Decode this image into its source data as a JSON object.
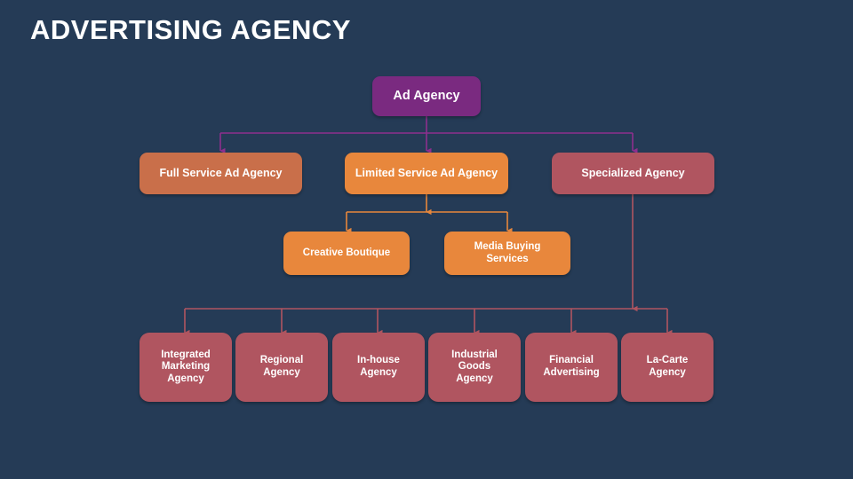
{
  "title": "ADVERTISING AGENCY",
  "colors": {
    "background": "#253b56",
    "root": "#7a2a80",
    "full_service": "#c96f4a",
    "limited_service": "#e8873c",
    "specialized": "#b05560",
    "orange_child": "#e8873c",
    "rose_child": "#b05560",
    "text": "#ffffff",
    "connector_purple": "#8e2f8e",
    "connector_orange": "#e8873c",
    "connector_rose": "#b05560"
  },
  "chart_data": {
    "type": "diagram",
    "title": "ADVERTISING AGENCY",
    "subtype": "organizational-hierarchy",
    "levels": 4,
    "node_count": 12
  },
  "nodes": {
    "root": {
      "label": "Ad Agency"
    },
    "level2": [
      {
        "label": "Full Service Ad Agency"
      },
      {
        "label": "Limited Service Ad Agency"
      },
      {
        "label": "Specialized Agency"
      }
    ],
    "level3": [
      {
        "line1": "Creative Boutique",
        "line2": ""
      },
      {
        "line1": "Media Buying",
        "line2": "Services"
      }
    ],
    "level4": [
      {
        "line1": "Integrated",
        "line2": "Marketing",
        "line3": "Agency"
      },
      {
        "line1": "Regional",
        "line2": "Agency",
        "line3": ""
      },
      {
        "line1": "In-house",
        "line2": "Agency",
        "line3": ""
      },
      {
        "line1": "Industrial",
        "line2": "Goods",
        "line3": "Agency"
      },
      {
        "line1": "Financial",
        "line2": "Advertising",
        "line3": ""
      },
      {
        "line1": "La-Carte",
        "line2": "Agency",
        "line3": ""
      }
    ]
  }
}
